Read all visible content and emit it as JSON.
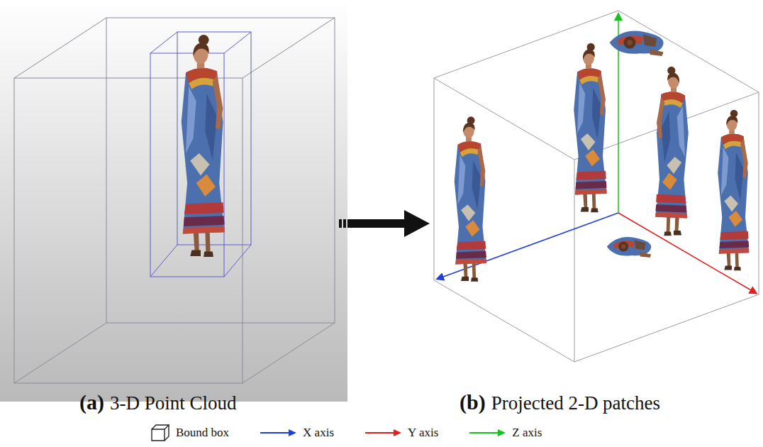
{
  "diagram": {
    "labels": [
      "(a)",
      "3-D Point Cloud",
      "(b)",
      "Projected 2-D patches"
    ],
    "legend": [
      {
        "text": "Bound box"
      },
      {
        "text": "X axis"
      },
      {
        "text": "Y axis"
      },
      {
        "text": "Z axis"
      }
    ]
  }
}
